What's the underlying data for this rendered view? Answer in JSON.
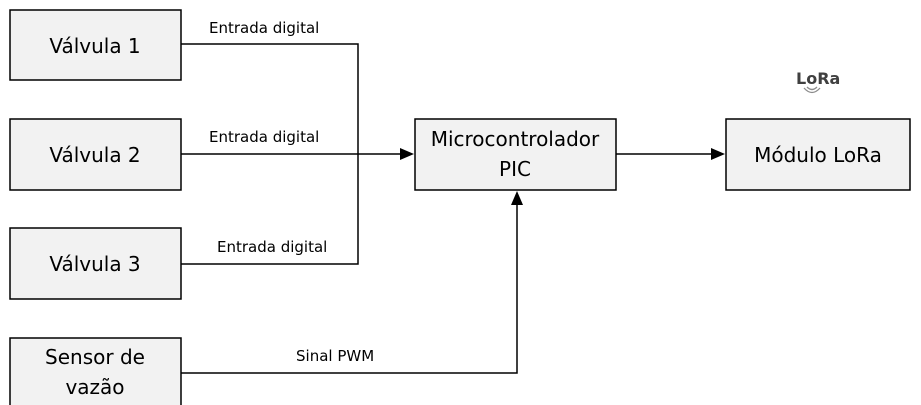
{
  "nodes": {
    "valvula1": "Válvula 1",
    "valvula2": "Válvula 2",
    "valvula3": "Válvula 3",
    "sensor_line1": "Sensor de",
    "sensor_line2": "vazão",
    "mcu_line1": "Microcontrolador",
    "mcu_line2": "PIC",
    "lora_module": "Módulo LoRa"
  },
  "edges": {
    "valvula1_label": "Entrada digital",
    "valvula2_label": "Entrada digital",
    "valvula3_label": "Entrada digital",
    "sensor_label": "Sinal PWM"
  },
  "logo": {
    "text": "LoRa"
  }
}
